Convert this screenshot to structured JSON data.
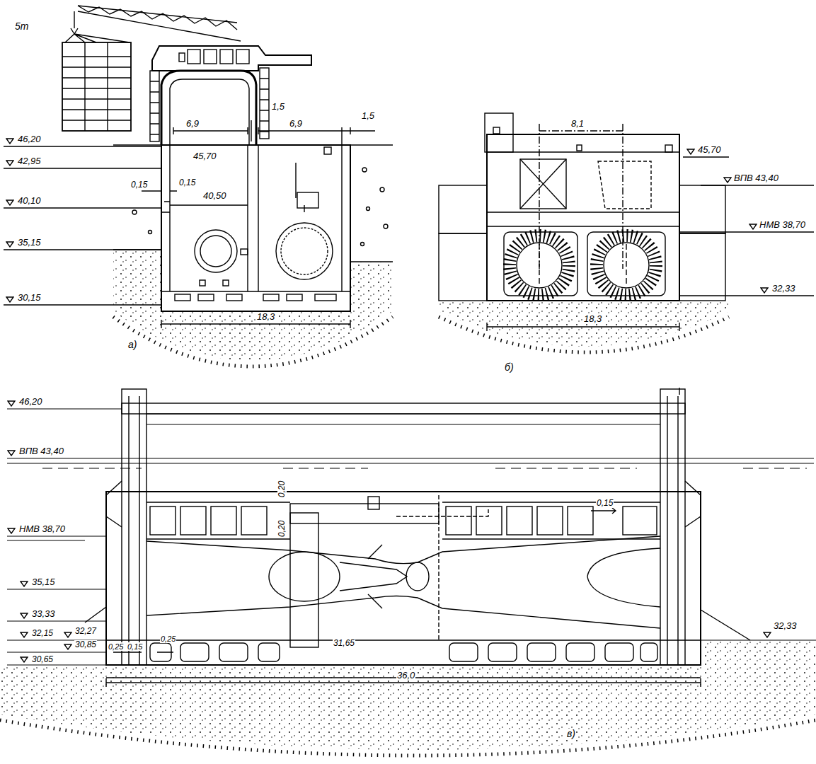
{
  "diagram": {
    "labels": [
      "5т",
      "6,9",
      "1,5",
      "6,9",
      "1,5",
      "46,20",
      "42,95",
      "40,10",
      "35,15",
      "30,15",
      "45,70",
      "0,15",
      "0,15",
      "40,50",
      "18,3",
      "а)",
      "8,1",
      "45,70",
      "ВПВ 43,40",
      "НМВ 38,70",
      "32,33",
      "18,3",
      "б)",
      "46,20",
      "ВПВ 43,40",
      "НМВ 38,70",
      "35,15",
      "33,33",
      "32,15",
      "32,27",
      "30,85",
      "30,65",
      "0,25",
      "0,15",
      "0,25",
      "0,20",
      "0,20",
      "0,15",
      "31,65",
      "32,33",
      "36,0",
      "в)"
    ]
  }
}
